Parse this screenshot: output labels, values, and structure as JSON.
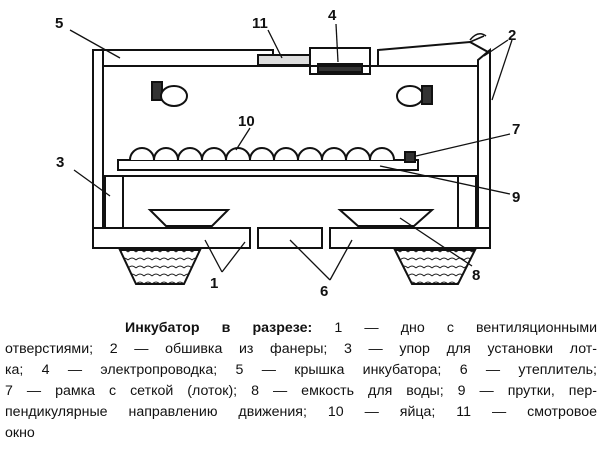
{
  "labels": {
    "n1": "1",
    "n2": "2",
    "n3": "3",
    "n4": "4",
    "n5": "5",
    "n6": "6",
    "n7": "7",
    "n8": "8",
    "n9": "9",
    "n10": "10",
    "n11": "11"
  },
  "caption": {
    "title": "Инкубатор в разрезе:",
    "lines": [
      " 1 — дно с вентиляционными",
      "отверстиями; 2 — обшивка из фанеры; 3 — упор для установки лот-",
      "ка; 4 — электропроводка; 5 — крышка инкубатора; 6 — утеплитель;",
      "7 — рамка с сеткой (лоток); 8 — емкость для воды; 9 — прутки, пер-",
      "пендикулярные направлению движения; 10 — яйца; 11 — смотровое",
      "окно"
    ]
  }
}
